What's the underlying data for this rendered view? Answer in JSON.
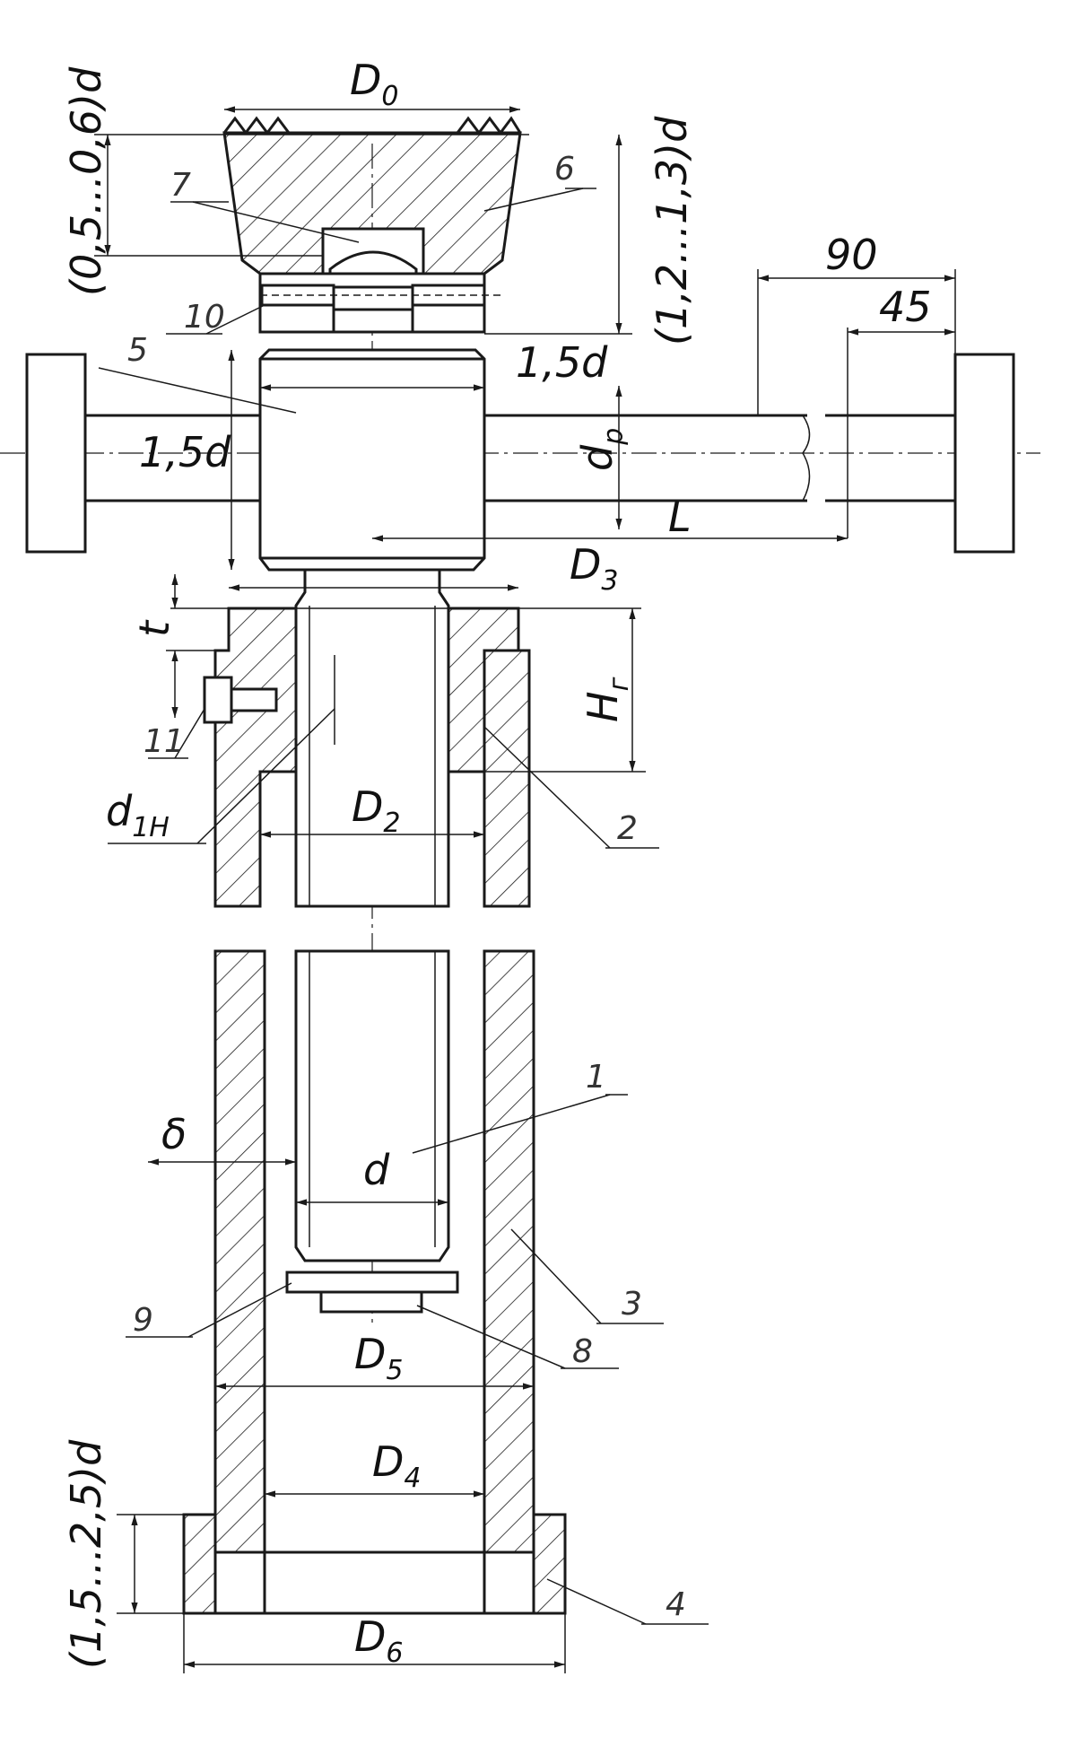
{
  "dimensions": {
    "D0": {
      "main": "D",
      "sub": "0"
    },
    "top_gap": "(0,5...0,6)d",
    "head_height": "(1,2...1,3)d",
    "handle_span": "90",
    "handle_end": "45",
    "nut_width_right": "1,5d",
    "nut_height_left": "1,5d",
    "dp": {
      "main": "d",
      "sub": "p"
    },
    "L": "L",
    "D3": {
      "main": "D",
      "sub": "3"
    },
    "t": "t",
    "Hr": {
      "main": "H",
      "sub": "г"
    },
    "d1H": {
      "main": "d",
      "sub": "1H"
    },
    "D2": {
      "main": "D",
      "sub": "2"
    },
    "delta": "δ",
    "d": "d",
    "D5": {
      "main": "D",
      "sub": "5"
    },
    "D4": {
      "main": "D",
      "sub": "4"
    },
    "base_height": "(1,5...2,5)d",
    "D6": {
      "main": "D",
      "sub": "6"
    }
  },
  "positions": [
    "1",
    "2",
    "3",
    "4",
    "5",
    "6",
    "7",
    "8",
    "9",
    "10",
    "11"
  ]
}
